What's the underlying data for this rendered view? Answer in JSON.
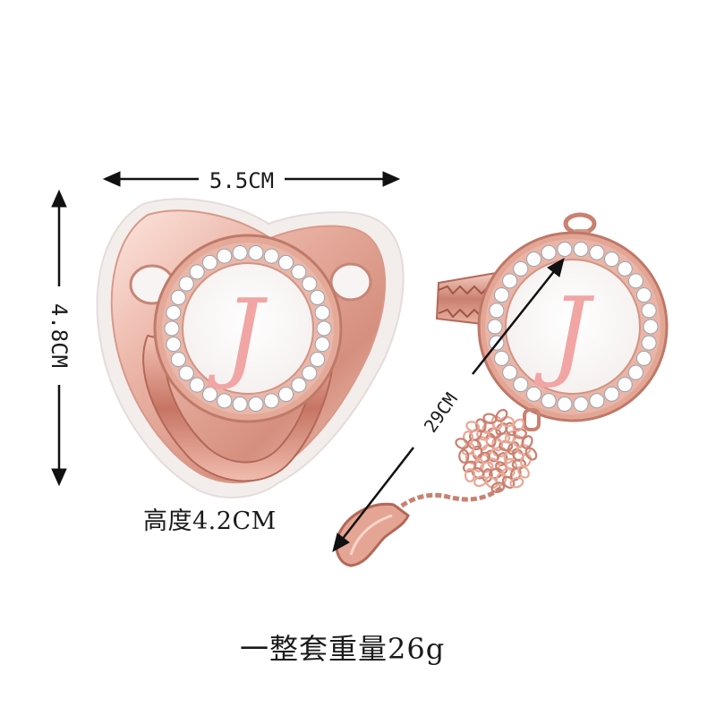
{
  "dimensions": {
    "width": "5.5CM",
    "length": "4.8CM",
    "chain_length": "29CM",
    "height_caption": "高度4.2CM"
  },
  "monogram_letter": "J",
  "weight_caption": "一整套重量26g",
  "colors": {
    "rose_gold": "#e8a898",
    "rose_gold_dark": "#b86c5c",
    "rose_gold_light": "#fbe2da",
    "letter_pink": "#f2a5a5",
    "arrow": "#111111"
  }
}
